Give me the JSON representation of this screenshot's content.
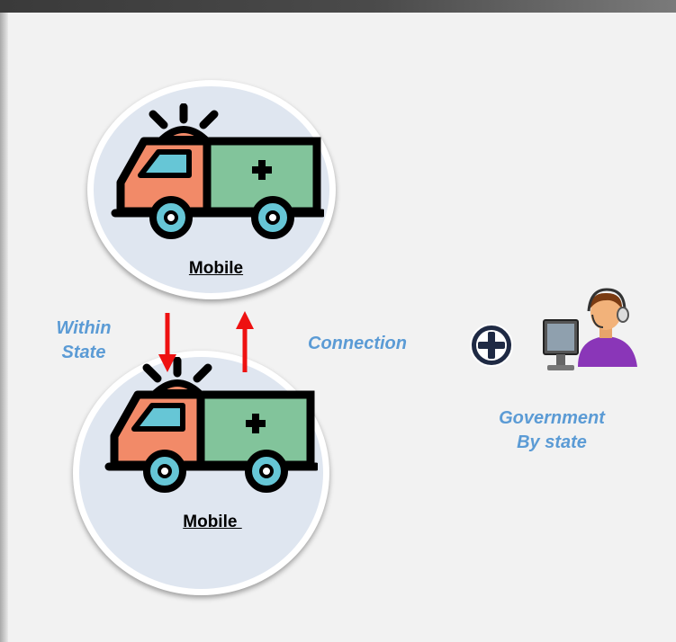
{
  "nodes": [
    {
      "label": "Mobile",
      "icon": "ambulance-icon"
    },
    {
      "label": "Mobile ",
      "icon": "ambulance-icon"
    }
  ],
  "captions": {
    "within_line1": "Within",
    "within_line2": "State",
    "connection": "Connection",
    "gov_line1": "Government",
    "gov_line2": "By state"
  },
  "icons": {
    "plus_badge": "plus-circle-icon",
    "agent": "call-center-agent-icon"
  },
  "colors": {
    "caption_text": "#5b9bd5",
    "arrow": "#ee1111",
    "cab": "#f28a68",
    "body": "#82c49b",
    "window": "#66c6d6",
    "node_fill": "#dfe6f0"
  }
}
